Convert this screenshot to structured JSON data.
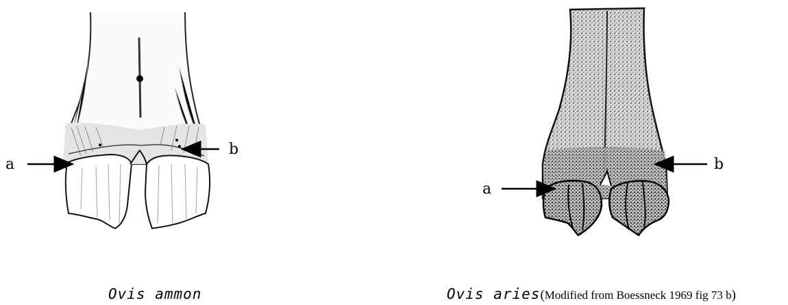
{
  "left_figure": {
    "species": "Ovis ammon",
    "label_a": "a",
    "label_b": "b"
  },
  "right_figure": {
    "species": "Ovis aries",
    "source_note": "Modified from Boessneck 1969 fig 73 b",
    "paren_open": "(",
    "paren_close": ")",
    "label_a": "a",
    "label_b": "b"
  }
}
